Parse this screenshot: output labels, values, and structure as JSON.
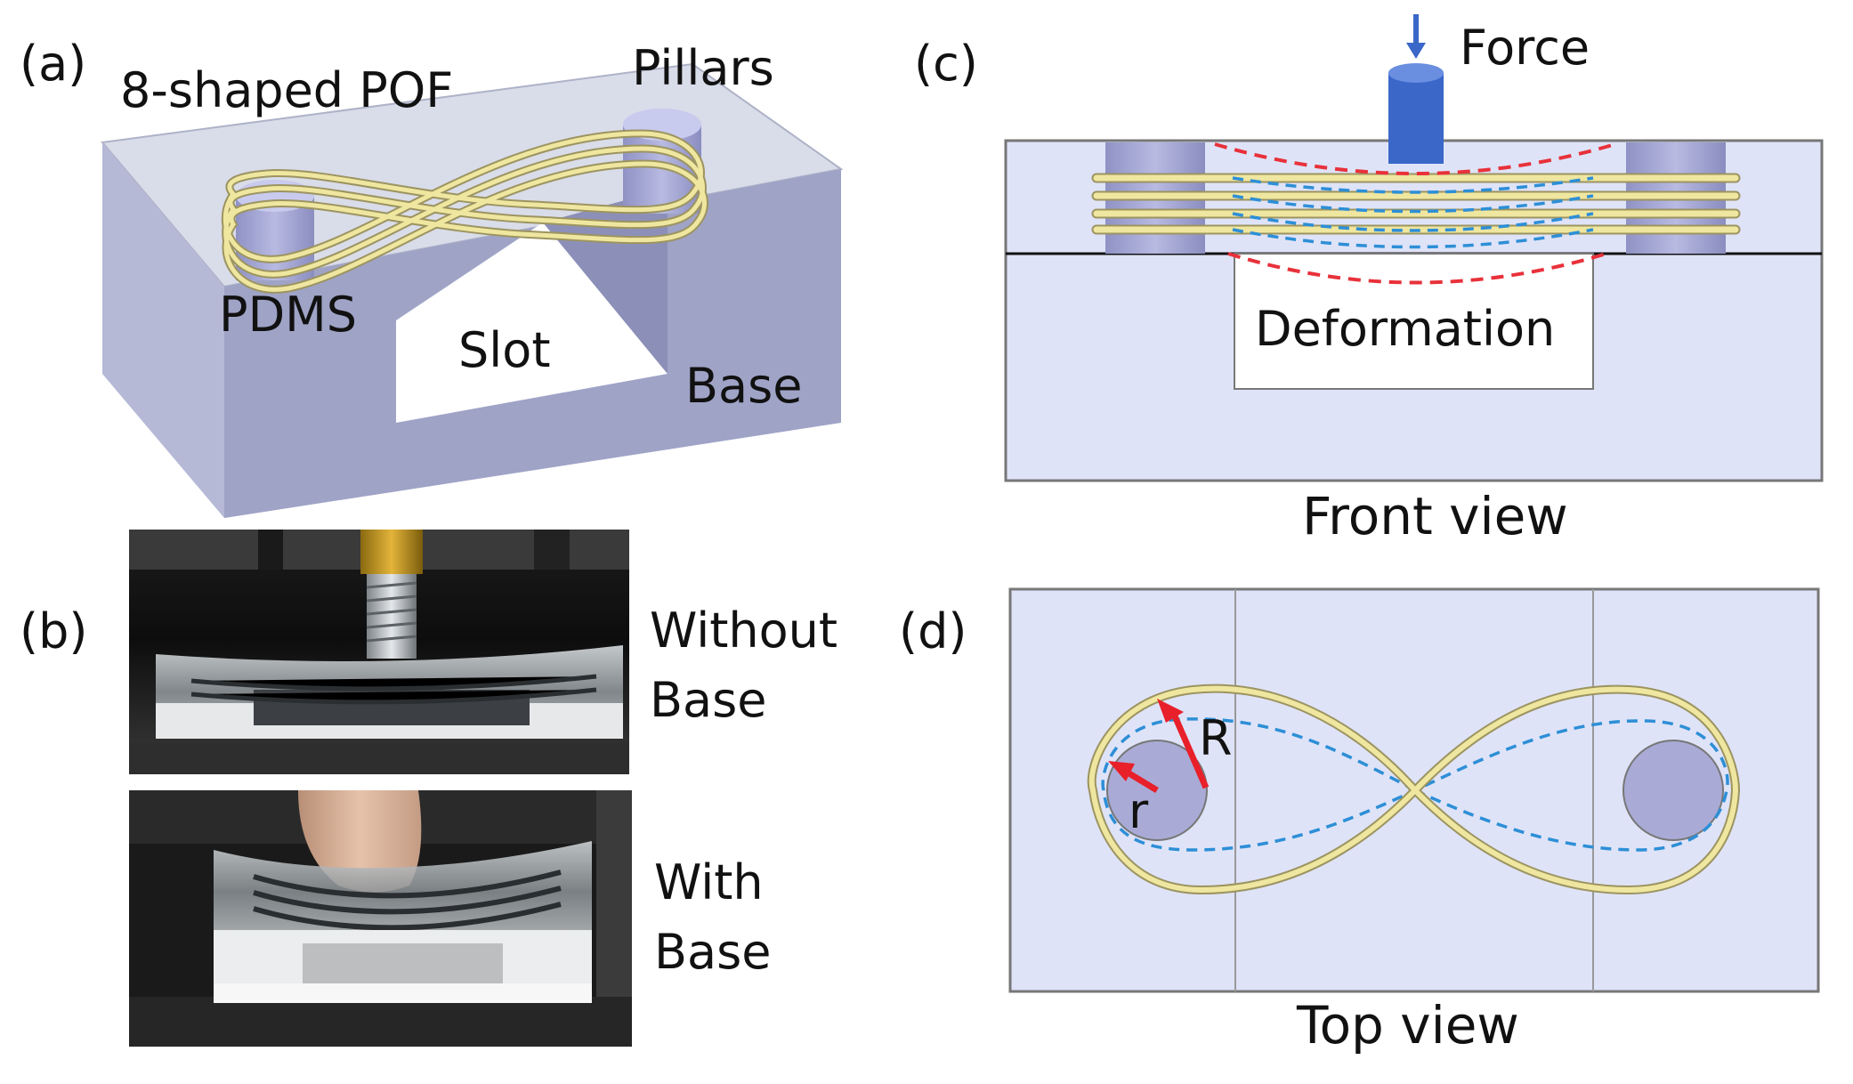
{
  "colors": {
    "block_top": "#d9dce9",
    "block_front": "#9fa3c6",
    "block_side": "#b5b9d6",
    "pillar": "#a9abd6",
    "fiber": "#efe6a0",
    "fiber_edge": "#9c9460",
    "view_fill": "#dfe3f8",
    "force_blue": "#3a67c8",
    "deform_red": "#e8313a",
    "deform_blue": "#2d8fd6",
    "radius_arrow": "#e8202a"
  },
  "panel_a": {
    "tag": "(a)",
    "pof_label": "8-shaped POF",
    "pillars_label": "Pillars",
    "pdms_label": "PDMS",
    "slot_label": "Slot",
    "base_label": "Base"
  },
  "panel_b": {
    "tag": "(b)",
    "without_line1": "Without",
    "without_line2": "Base",
    "with_line1": "With",
    "with_line2": "Base"
  },
  "panel_c": {
    "tag": "(c)",
    "force_label": "Force",
    "deformation_label": "Deformation",
    "caption": "Front view"
  },
  "panel_d": {
    "tag": "(d)",
    "big_radius_label": "R",
    "small_radius_label": "r",
    "caption": "Top view"
  }
}
